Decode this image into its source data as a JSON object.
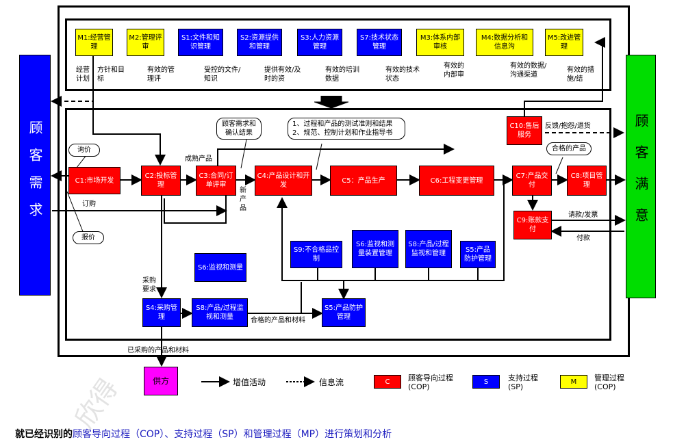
{
  "customers_left": "顾客需求",
  "customers_right": "顾客满意",
  "top_row": [
    {
      "id": "m1",
      "label": "M1:经营管理",
      "kind": "M"
    },
    {
      "id": "m2",
      "label": "M2:管理评审",
      "kind": "M"
    },
    {
      "id": "s1",
      "label": "S1:文件和知识管理",
      "kind": "S"
    },
    {
      "id": "s2",
      "label": "S2:资源提供和管理",
      "kind": "S"
    },
    {
      "id": "s3",
      "label": "S3:人力资源管理",
      "kind": "S"
    },
    {
      "id": "s7",
      "label": "S7:技术状态管理",
      "kind": "S"
    },
    {
      "id": "m3",
      "label": "M3:体系内部审核",
      "kind": "M"
    },
    {
      "id": "m4",
      "label": "M4:数据分析和信息沟",
      "kind": "M"
    },
    {
      "id": "m5",
      "label": "M5:改进管理",
      "kind": "M"
    }
  ],
  "top_outputs": {
    "m1a": "经营计划",
    "m1b": "方针和目标",
    "m2": "有效的管理评",
    "s1": "受控的文件/知识",
    "s2": "提供有效/及时的资",
    "s3": "有效的培训数据",
    "s7": "有效的技术状态",
    "m3": "有效的内部审",
    "m4": "有效的数据/沟通渠道",
    "m5": "有效的措施/结"
  },
  "processes": {
    "c1": "C1:市场开发",
    "c2": "C2:投标管理",
    "c3": "C3:合同/订单评审",
    "c4": "C4:产品设计和开发",
    "c5": "C5：产品生产",
    "c6": "C6:工程变更管理",
    "c7": "C7:产品交付",
    "c8": "C8:项目管理",
    "c9": "C9:账款支付",
    "c10": "C10:售后服务",
    "s4": "S4:采购管理",
    "s5a": "S5:产品防护管理",
    "s5b": "S5:产品防护管理",
    "s6a": "S6:监视和测量",
    "s6b": "S6:监视和测量装置管理",
    "s8a": "S8:产品/过程监视和测量",
    "s8b": "S8:产品/过程监视和管理",
    "s9": "S9:不合格品控制",
    "supplier": "供方"
  },
  "labels": {
    "inquiry": "询价",
    "order": "订购",
    "quote": "报价",
    "finished_product": "成熟产品",
    "new_product": "新产品",
    "purchase_req": "采购要求",
    "qualified_material": "合格的产品和材料",
    "purchased": "已采购的产品和材料",
    "feedback": "反馈/抱怨/退货",
    "qualified_product": "合格的产品",
    "invoice": "请款/发票",
    "payment": "付款",
    "callout1": "顾客需求和确认结果",
    "callout2_1": "1、过程和产品的测试准则和结果",
    "callout2_2": "2、规范、控制计划和作业指导书"
  },
  "legend": {
    "value_activity": "增值活动",
    "info_flow": "信息流",
    "cop_code": "C",
    "cop_text": "顾客导向过程(COP)",
    "sp_code": "S",
    "sp_text": "支持过程(SP)",
    "mp_code": "M",
    "mp_text": "管理过程(COP)"
  },
  "footer": {
    "prefix": "就已经识别的",
    "highlight": "顾客导向过程（COP）、支持过程（SP）和管理过程（MP）进行策划和分析"
  },
  "watermark": "欣得",
  "colors": {
    "mp": "#ffff00",
    "sp": "#0000ff",
    "cop": "#ff0000",
    "supplier": "#ff00ff",
    "satisfaction": "#00dd00"
  }
}
